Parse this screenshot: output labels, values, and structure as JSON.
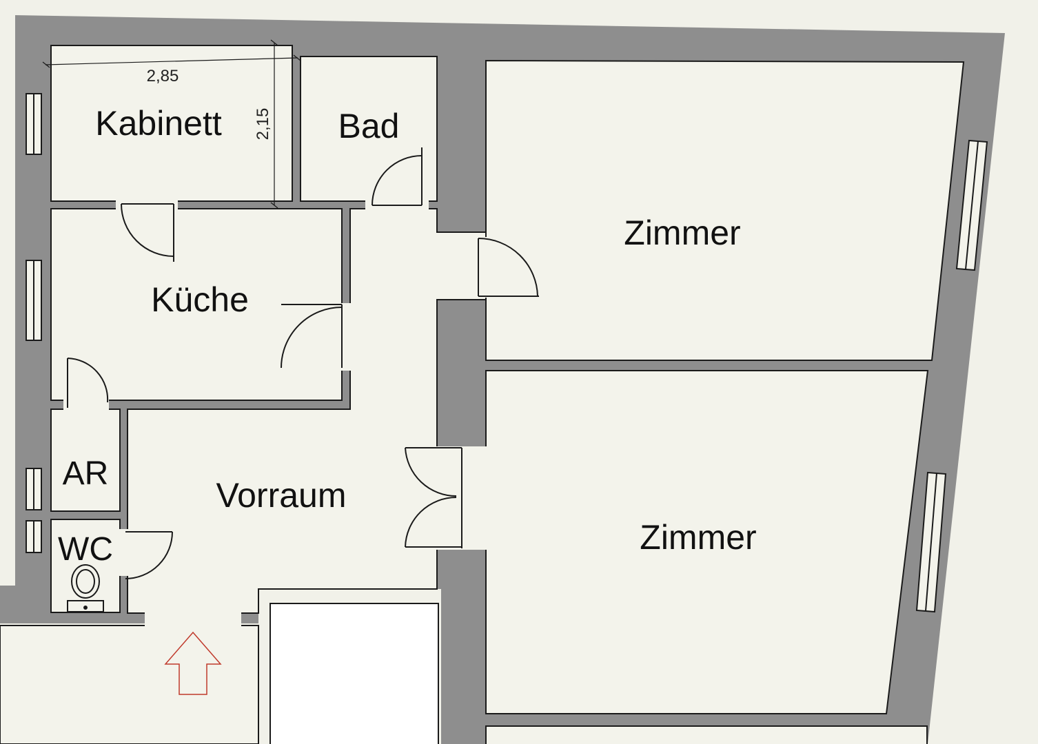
{
  "colors": {
    "wall": "#8e8e8e",
    "floor": "#f3f3eb",
    "background": "#f1f1e9",
    "line": "#1a1a1a",
    "entrance_arrow": "#c0392b"
  },
  "rooms": {
    "kabinett": "Kabinett",
    "bad": "Bad",
    "kueche": "Küche",
    "zimmer_1": "Zimmer",
    "zimmer_2": "Zimmer",
    "ar": "AR",
    "wc": "WC",
    "vorraum": "Vorraum"
  },
  "dimensions": {
    "kabinett_width": "2,85",
    "kabinett_depth": "2,15"
  },
  "icons": {
    "toilet": "toilet-icon",
    "entrance": "entrance-arrow-icon"
  }
}
